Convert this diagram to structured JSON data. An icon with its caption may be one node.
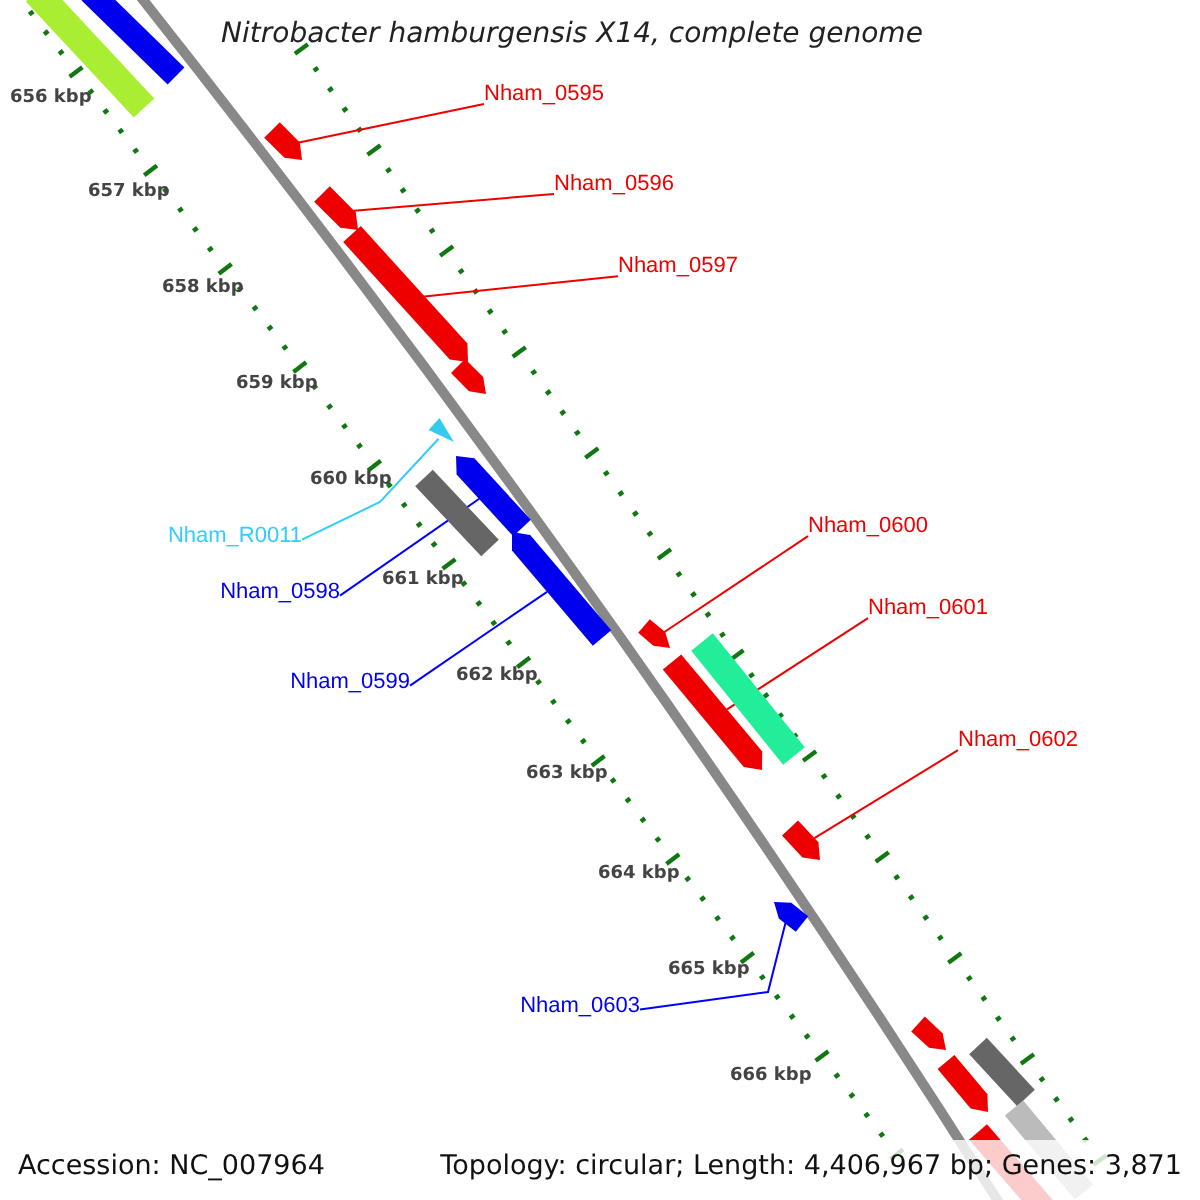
{
  "diagram": {
    "title": "Nitrobacter hamburgensis X14, complete genome",
    "nodes": [
      {
        "text": [],
        "shape": "bar"
      },
      {
        "text": [],
        "shape": "bar"
      },
      {
        "text": [],
        "shape": "bar"
      },
      {
        "text": [],
        "shape": "bar"
      },
      {
        "text": [],
        "shape": "bar"
      },
      {
        "text": [],
        "shape": "bar"
      },
      {
        "text": [],
        "shape": "bar"
      },
      {
        "text": [],
        "shape": "bar"
      },
      {
        "text": [],
        "shape": "bar"
      },
      {
        "text": [],
        "shape": "bar"
      },
      {
        "text": [],
        "shape": "bar"
      },
      {
        "text": [],
        "shape": "bar"
      },
      {
        "text": [],
        "shape": "bar"
      },
      {
        "text": [],
        "shape": "bar"
      },
      {
        "text": [],
        "shape": "bar"
      },
      {
        "text": [],
        "shape": "bar"
      },
      {
        "text": [],
        "shape": "bar"
      },
      {
        "text": [],
        "shape": "bar"
      },
      {
        "text": [],
        "shape": "bar"
      },
      {
        "text": [],
        "shape": "bar"
      },
      {
        "text": [
          "Nham_0595"
        ]
      },
      {
        "text": [
          "Nham_0596"
        ]
      },
      {
        "text": [
          "Nham_0597"
        ]
      },
      {
        "text": [
          "Nham_R0011"
        ]
      },
      {
        "text": [
          "Nham_0598"
        ]
      },
      {
        "text": [
          "Nham_0599"
        ]
      },
      {
        "text": [
          "Nham_0600"
        ]
      },
      {
        "text": [
          "Nham_0601"
        ]
      },
      {
        "text": [
          "Nham_0602"
        ]
      },
      {
        "text": [
          "Nham_0603"
        ]
      }
    ],
    "edges": [
      {
        "from": 20,
        "to": 2,
        "arrow": "none"
      },
      {
        "from": 21,
        "to": 3,
        "arrow": "none"
      },
      {
        "from": 22,
        "to": 4,
        "arrow": "none"
      },
      {
        "from": 23,
        "to": 6,
        "arrow": "none",
        "color": "#33ccff"
      },
      {
        "from": 24,
        "to": 8,
        "arrow": "none",
        "color": "#0000ff"
      },
      {
        "from": 25,
        "to": 9,
        "arrow": "none",
        "color": "#0000ff"
      },
      {
        "from": 26,
        "to": 10,
        "arrow": "none"
      },
      {
        "from": 27,
        "to": 11,
        "arrow": "none"
      },
      {
        "from": 28,
        "to": 13,
        "arrow": "none"
      },
      {
        "from": 29,
        "to": 14,
        "arrow": "none",
        "color": "#0000ff"
      }
    ],
    "labels": [
      "656 kbp",
      "657 kbp",
      "658 kbp",
      "659 kbp",
      "660 kbp",
      "661 kbp",
      "662 kbp",
      "663 kbp",
      "664 kbp",
      "665 kbp",
      "666 kbp",
      "Accession: NC_007964",
      "Topology: circular; Length: 4,406,967 bp; Genes: 3,871"
    ]
  }
}
